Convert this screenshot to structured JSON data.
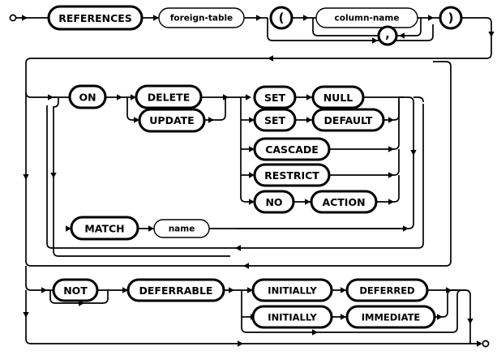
{
  "diagram": {
    "title": "REFERENCES clause railroad syntax diagram",
    "type": "railroad-syntax-diagram",
    "colors": {
      "stroke": "#000000",
      "background": "#ffffff"
    },
    "start_marker": "start-circle",
    "end_marker": "end-circle",
    "nodes": {
      "references": {
        "label": "REFERENCES",
        "kind": "terminal"
      },
      "foreign_table": {
        "label": "foreign-table",
        "kind": "nonterminal"
      },
      "lparen": {
        "label": "(",
        "kind": "terminal"
      },
      "column_name": {
        "label": "column-name",
        "kind": "nonterminal"
      },
      "comma": {
        "label": ",",
        "kind": "terminal"
      },
      "rparen": {
        "label": ")",
        "kind": "terminal"
      },
      "on": {
        "label": "ON",
        "kind": "terminal"
      },
      "delete": {
        "label": "DELETE",
        "kind": "terminal"
      },
      "update": {
        "label": "UPDATE",
        "kind": "terminal"
      },
      "set1": {
        "label": "SET",
        "kind": "terminal"
      },
      "null": {
        "label": "NULL",
        "kind": "terminal"
      },
      "set2": {
        "label": "SET",
        "kind": "terminal"
      },
      "default": {
        "label": "DEFAULT",
        "kind": "terminal"
      },
      "cascade": {
        "label": "CASCADE",
        "kind": "terminal"
      },
      "restrict": {
        "label": "RESTRICT",
        "kind": "terminal"
      },
      "no": {
        "label": "NO",
        "kind": "terminal"
      },
      "action": {
        "label": "ACTION",
        "kind": "terminal"
      },
      "match": {
        "label": "MATCH",
        "kind": "terminal"
      },
      "name": {
        "label": "name",
        "kind": "nonterminal"
      },
      "not": {
        "label": "NOT",
        "kind": "terminal"
      },
      "deferrable": {
        "label": "DEFERRABLE",
        "kind": "terminal"
      },
      "initially1": {
        "label": "INITIALLY",
        "kind": "terminal"
      },
      "deferred": {
        "label": "DEFERRED",
        "kind": "terminal"
      },
      "initially2": {
        "label": "INITIALLY",
        "kind": "terminal"
      },
      "immediate": {
        "label": "IMMEDIATE",
        "kind": "terminal"
      }
    }
  }
}
